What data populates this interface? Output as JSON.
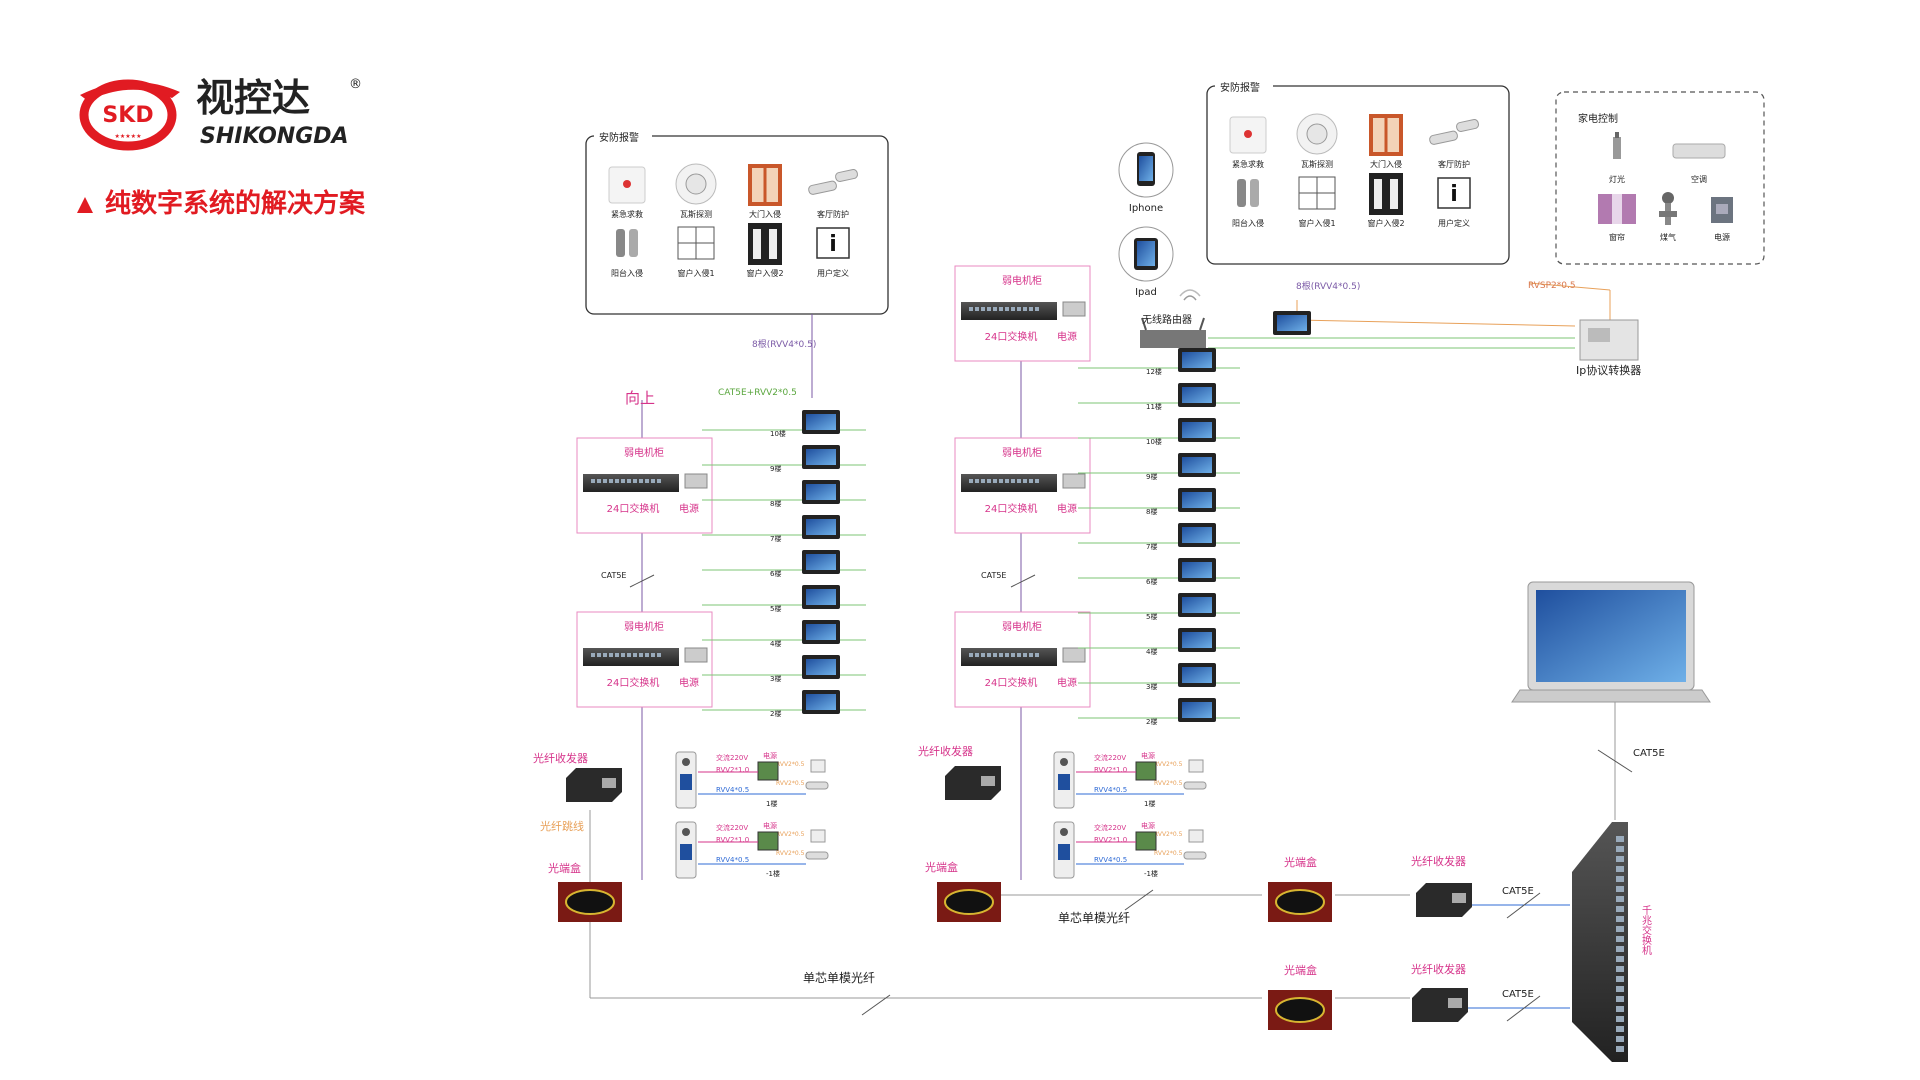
{
  "logo": {
    "mark": "SKD",
    "name_cn": "视控达",
    "name_en": "SHIKONGDA",
    "reg": "®",
    "stars": "★★★★★"
  },
  "page_title": "纯数字系统的解决方案",
  "security_panel": {
    "title": "安防报警",
    "items": [
      "紧急求救",
      "瓦斯探测",
      "大门入侵",
      "客厅防护",
      "阳台入侵",
      "窗户入侵1",
      "窗户入侵2",
      "用户定义"
    ]
  },
  "home_control": {
    "title": "家电控制",
    "items": [
      "灯光",
      "空调",
      "窗帘",
      "煤气",
      "电源"
    ]
  },
  "cabinet": {
    "title": "弱电机柜",
    "switch": "24口交换机",
    "power": "电源"
  },
  "labels": {
    "up": "向上",
    "cat5e": "CAT5E",
    "cat5e_rvv": "CAT5E+RVV2*0.5",
    "rvv4x8": "8根(RVV4*0.5)",
    "rvsp": "RVSP2*0.5",
    "router": "无线路由器",
    "ip_converter": "Ip协议转换器",
    "iphone": "Iphone",
    "ipad": "Ipad",
    "fiber_transceiver": "光纤收发器",
    "fiber_jumper": "光纤跳线",
    "fiber_box": "光端盒",
    "single_mode_fiber": "单芯单模光纤",
    "gigabit_switch": "千兆交换机",
    "ac220": "交流220V",
    "power": "电源",
    "rvv2x1": "RVV2*1.0",
    "rvv4x05": "RVV4*0.5",
    "rvv2x05": "RVV2*0.5"
  },
  "floors_left": [
    "10楼",
    "9楼",
    "8楼",
    "7楼",
    "6楼",
    "5楼",
    "4楼",
    "3楼",
    "2楼"
  ],
  "floors_right": [
    "12楼",
    "11楼",
    "10楼",
    "9楼",
    "8楼",
    "7楼",
    "6楼",
    "5楼",
    "4楼",
    "3楼",
    "2楼"
  ],
  "basement_floors": [
    "1楼",
    "-1楼"
  ],
  "colors": {
    "pink": "#d6338a",
    "red": "#e11b22",
    "green": "#7cc576",
    "blue": "#2f6bd6",
    "purple": "#7b5aa6",
    "orange": "#e8a15a"
  }
}
